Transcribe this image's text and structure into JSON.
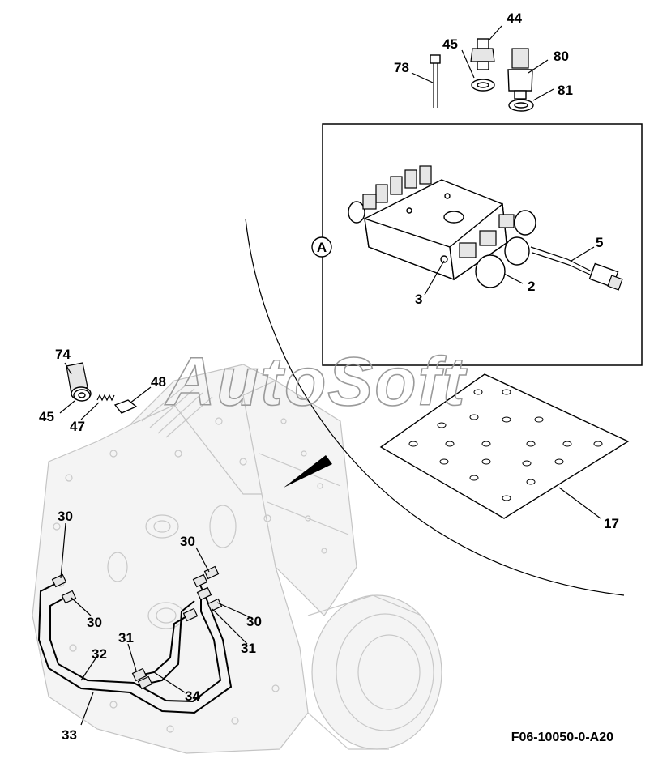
{
  "figure_code": "F06-10050-0-A20",
  "watermark": "AutoSoft",
  "detail_marker": "A",
  "callouts": {
    "c44": "44",
    "c45_top": "45",
    "c78": "78",
    "c80": "80",
    "c81": "81",
    "c5": "5",
    "c2": "2",
    "c3": "3",
    "c74": "74",
    "c45_left": "45",
    "c47": "47",
    "c48": "48",
    "c17": "17",
    "c30_a": "30",
    "c30_b": "30",
    "c30_c": "30",
    "c30_d": "30",
    "c31_a": "31",
    "c31_b": "31",
    "c32": "32",
    "c33": "33",
    "c34": "34"
  }
}
